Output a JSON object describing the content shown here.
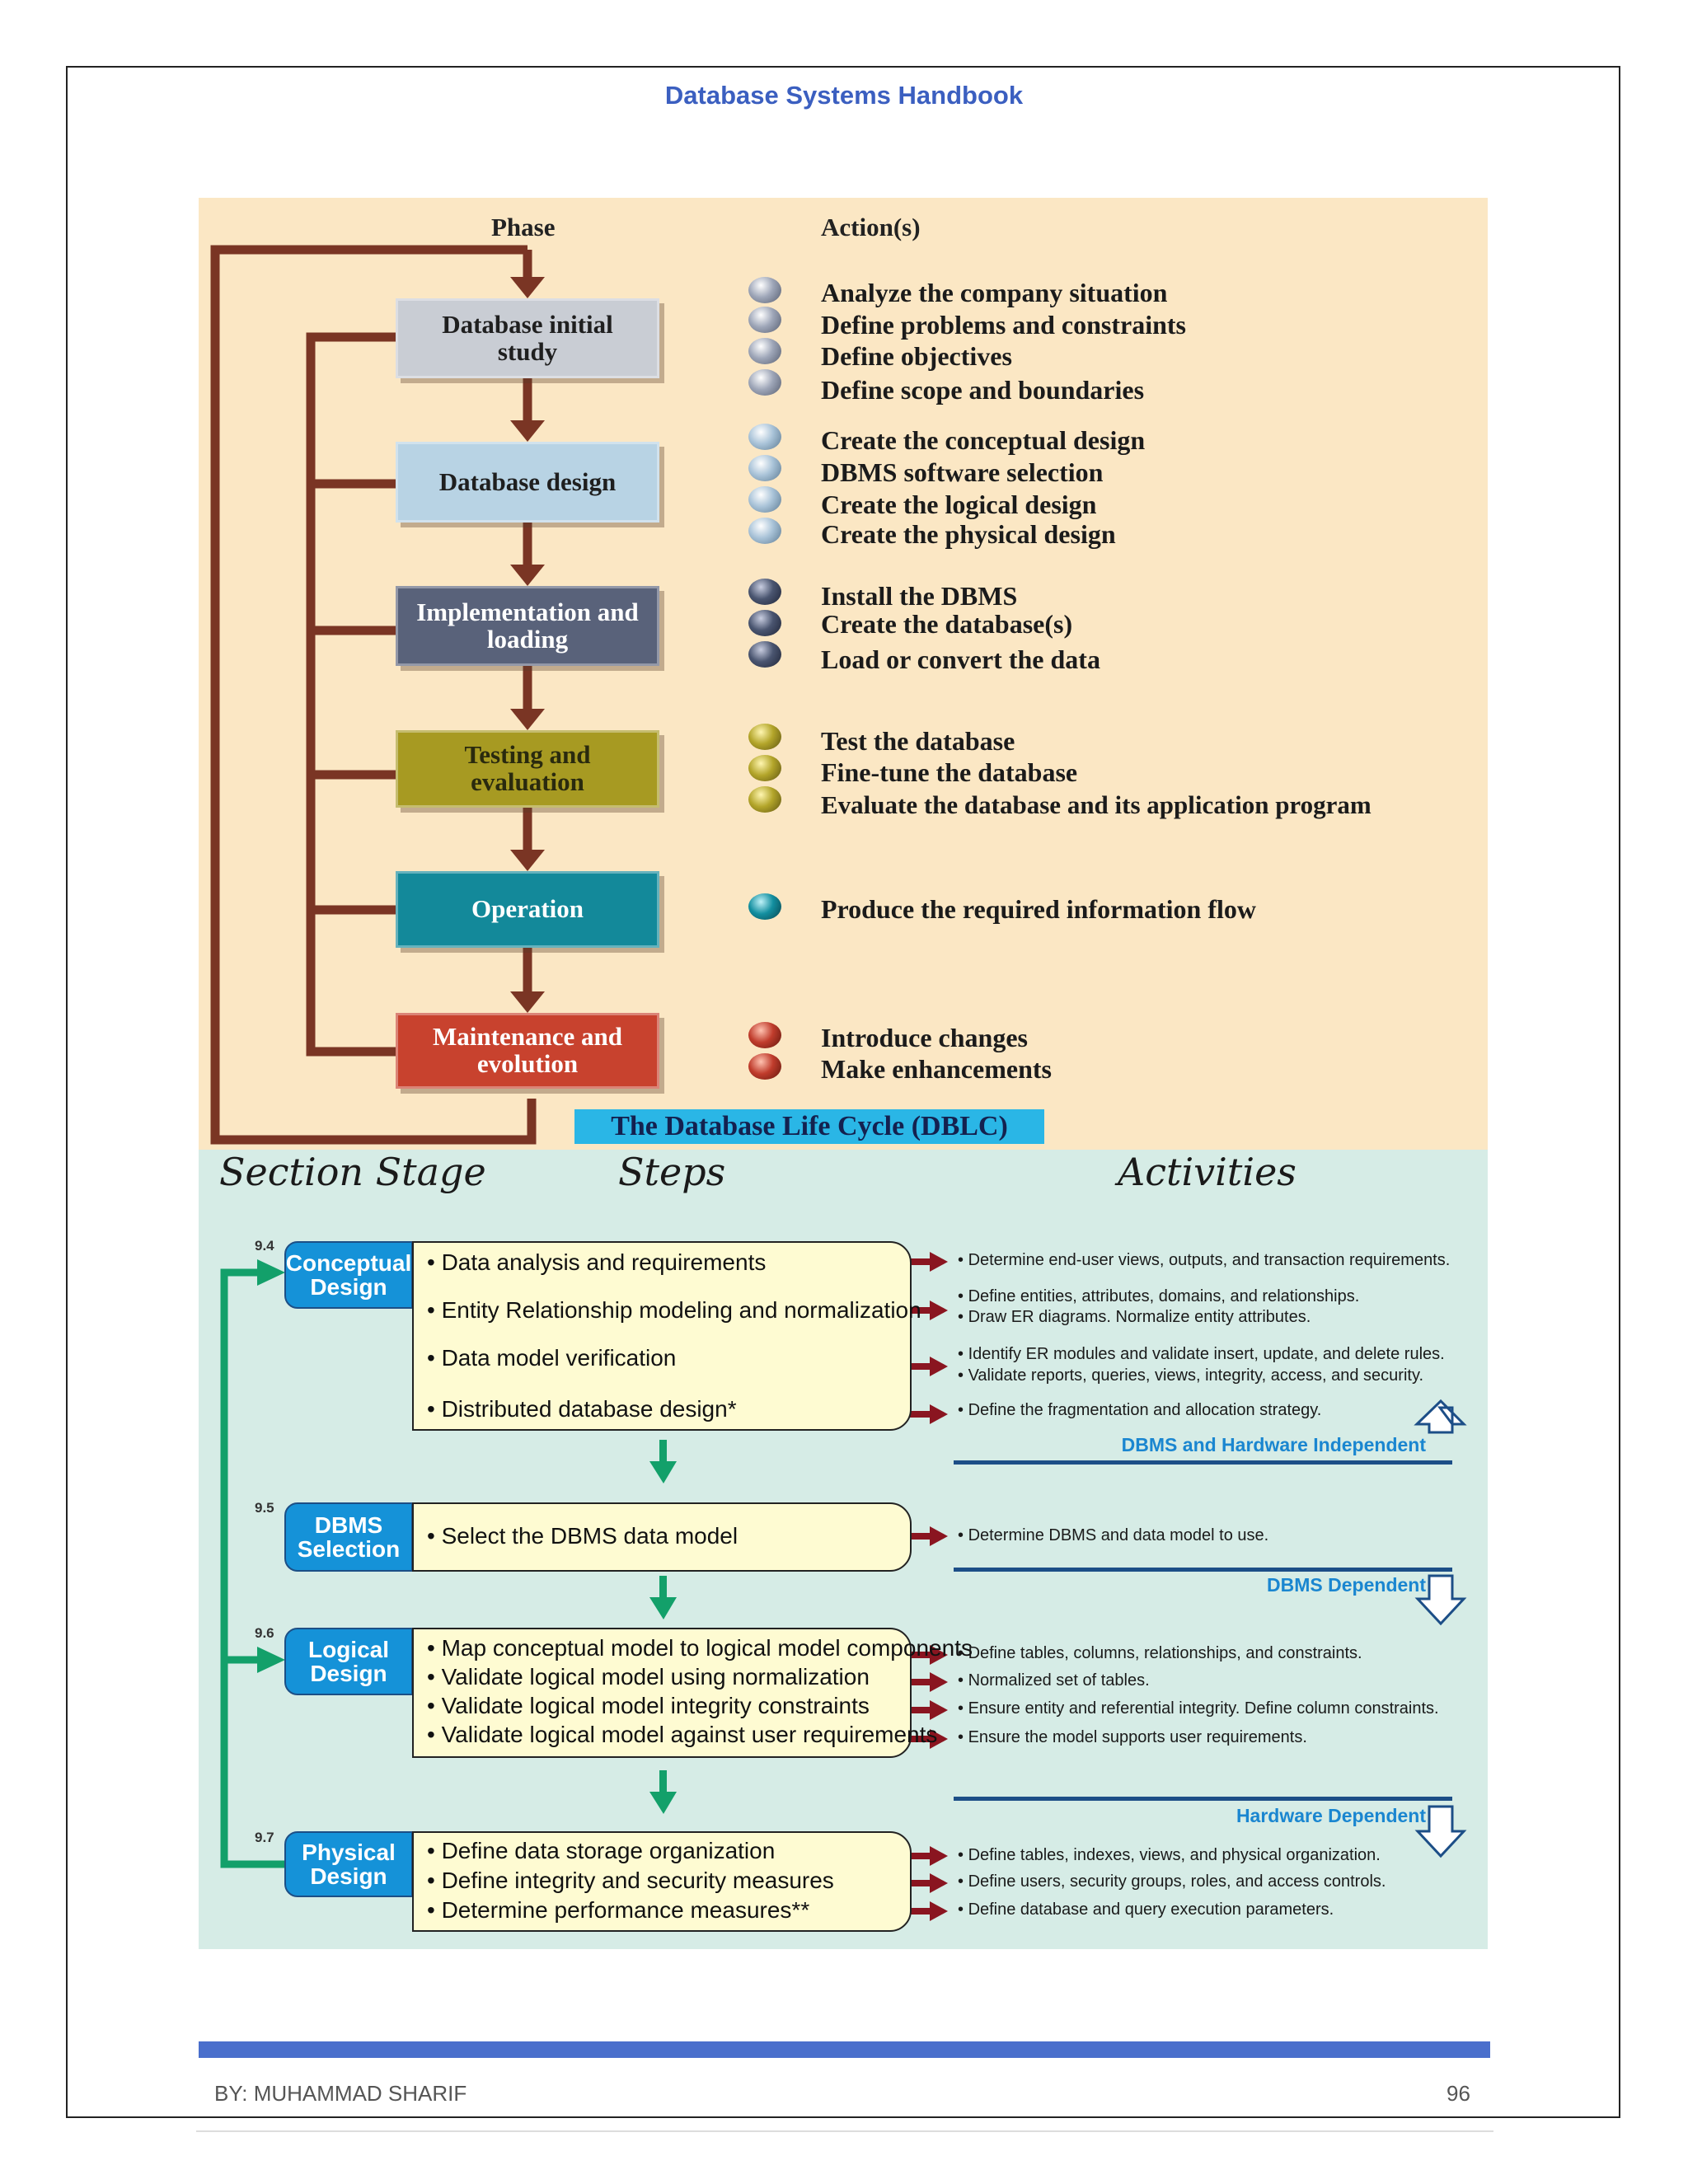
{
  "header": {
    "title": "Database Systems Handbook"
  },
  "dblc": {
    "phase_header": "Phase",
    "actions_header": "Action(s)",
    "phases": [
      {
        "label": "Database initial study",
        "color": "#c9cdd4",
        "text_color": "#1f1f1f",
        "dot_color": "#9ea6b8",
        "actions": [
          "Analyze the company situation",
          "Define problems and constraints",
          "Define objectives",
          "Define scope and boundaries"
        ]
      },
      {
        "label": "Database design",
        "color": "#b8d3e4",
        "text_color": "#1f1f1f",
        "dot_color": "#a9c3d8",
        "actions": [
          "Create the conceptual design",
          "DBMS software selection",
          "Create the logical design",
          "Create the physical design"
        ]
      },
      {
        "label": "Implementation and loading",
        "color": "#59627a",
        "text_color": "#ffffff",
        "dot_color": "#4a5570",
        "actions": [
          "Install the DBMS",
          "Create the database(s)",
          "Load or convert the data"
        ]
      },
      {
        "label": "Testing and evaluation",
        "color": "#a79a22",
        "text_color": "#2a2a0e",
        "dot_color": "#b3a52a",
        "actions": [
          "Test the database",
          "Fine-tune the database",
          "Evaluate the database and its application program"
        ]
      },
      {
        "label": "Operation",
        "color": "#13899a",
        "text_color": "#ffffff",
        "dot_color": "#138fa0",
        "actions": [
          "Produce the required information flow"
        ]
      },
      {
        "label": "Maintenance and evolution",
        "color": "#c8422e",
        "text_color": "#ffffff",
        "dot_color": "#c03c2c",
        "actions": [
          "Introduce changes",
          "Make enhancements"
        ]
      }
    ],
    "caption": "The Database Life Cycle (DBLC)"
  },
  "design": {
    "col_headers": {
      "stage": "Section Stage",
      "steps": "Steps",
      "activities": "Activities"
    },
    "stages": [
      {
        "number": "9.4",
        "name": "Conceptual Design",
        "steps": [
          "• Data analysis and requirements",
          "• Entity Relationship modeling and normalization",
          "• Data model verification",
          "• Distributed database design*"
        ],
        "activities": [
          "Determine end-user views, outputs, and transaction requirements.",
          "Define entities, attributes, domains, and relationships.",
          "Draw ER diagrams. Normalize entity attributes.",
          "Identify ER modules and validate insert, update, and delete rules.",
          "Validate reports, queries, views, integrity, access, and security.",
          "Define the fragmentation and allocation strategy."
        ]
      },
      {
        "number": "9.5",
        "name": "DBMS Selection",
        "steps": [
          "• Select the DBMS data model"
        ],
        "activities": [
          "Determine DBMS and data model to use."
        ]
      },
      {
        "number": "9.6",
        "name": "Logical Design",
        "steps": [
          "• Map conceptual model to logical model components",
          "• Validate logical model using normalization",
          "• Validate logical model integrity constraints",
          "• Validate logical model against user requirements"
        ],
        "activities": [
          "Define tables, columns, relationships, and constraints.",
          "Normalized set of tables.",
          "Ensure entity and referential integrity. Define column constraints.",
          "Ensure the model supports user requirements."
        ]
      },
      {
        "number": "9.7",
        "name": "Physical Design",
        "steps": [
          "• Define data storage organization",
          "• Define integrity and security measures",
          "• Determine performance measures**"
        ],
        "activities": [
          "Define tables, indexes, views, and physical organization.",
          "Define users, security groups, roles, and access controls.",
          "Define database and query execution parameters."
        ]
      }
    ],
    "dependency_labels": [
      "DBMS and Hardware Independent",
      "DBMS Dependent",
      "Hardware Dependent"
    ]
  },
  "footer": {
    "author": "BY: MUHAMMAD SHARIF",
    "page_number": "96"
  }
}
